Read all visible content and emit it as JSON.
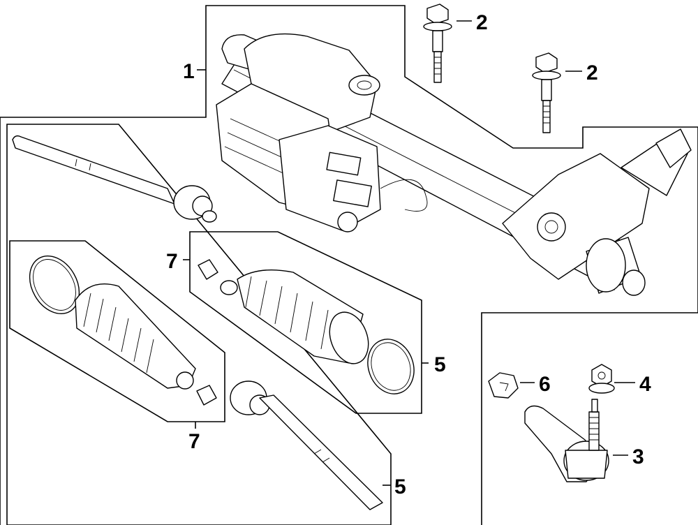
{
  "diagram": {
    "callouts": [
      {
        "id": "c1",
        "label": "1"
      },
      {
        "id": "c2a",
        "label": "2"
      },
      {
        "id": "c2b",
        "label": "2"
      },
      {
        "id": "c3",
        "label": "3"
      },
      {
        "id": "c4",
        "label": "4"
      },
      {
        "id": "c5a",
        "label": "5"
      },
      {
        "id": "c5b",
        "label": "5"
      },
      {
        "id": "c6",
        "label": "6"
      },
      {
        "id": "c7a",
        "label": "7"
      },
      {
        "id": "c7b",
        "label": "7"
      }
    ]
  }
}
